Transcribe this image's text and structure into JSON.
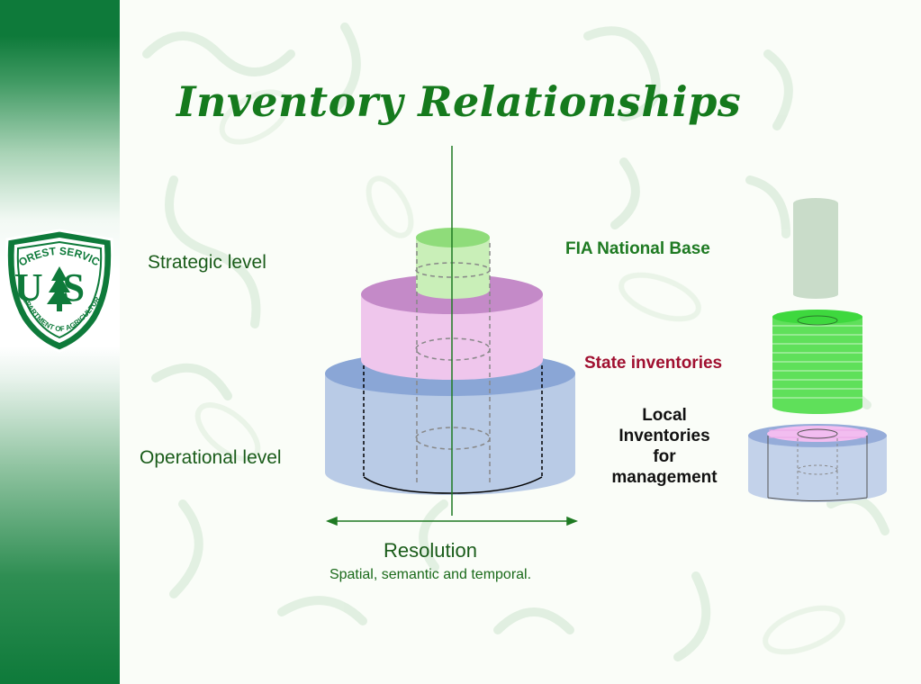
{
  "slide": {
    "title": "Inventory Relationships"
  },
  "logo": {
    "top_text": "FOREST SERVICE",
    "letters": "US",
    "bottom_text": "DEPARTMENT OF AGRICULTURE"
  },
  "diagram": {
    "strategic_label": "Strategic level",
    "operational_label": "Operational level",
    "fia_label": "FIA National Base",
    "state_label": "State inventories",
    "local_label_lines": [
      "Local",
      "Inventories",
      "for",
      "management"
    ],
    "resolution_label": "Resolution",
    "resolution_sub": "Spatial, semantic and temporal."
  },
  "colors": {
    "sidebar_green": "#0e7a3a",
    "title_green": "#157a1d",
    "tier_top": "#8fdc7a",
    "tier_middle": "#d99fd6",
    "tier_bottom": "#9fb8e0",
    "state_red": "#a01030"
  }
}
